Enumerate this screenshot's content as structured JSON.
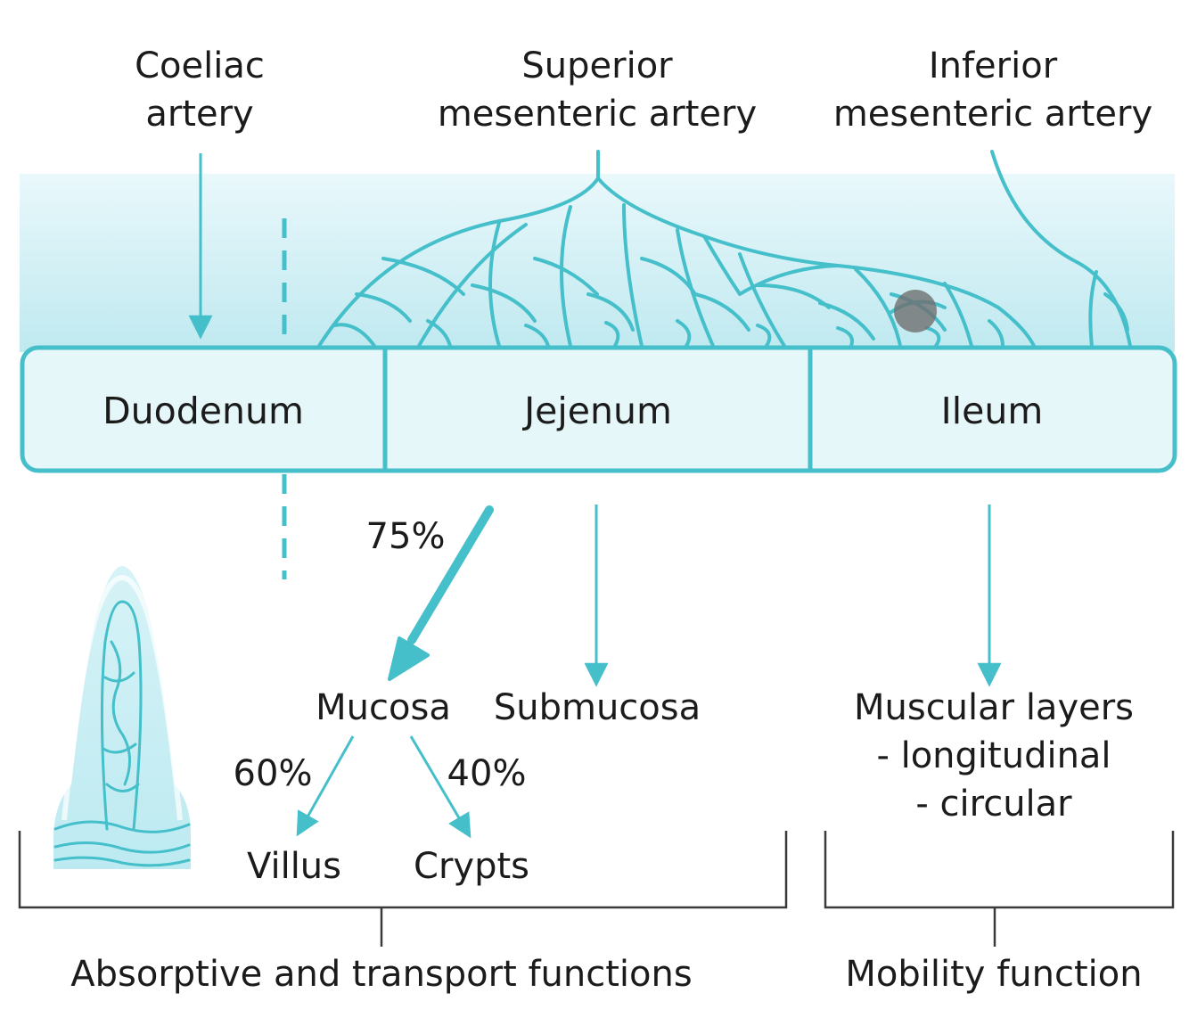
{
  "arteries": {
    "coeliac": [
      "Coeliac",
      "artery"
    ],
    "superior": [
      "Superior",
      "mesenteric artery"
    ],
    "inferior": [
      "Inferior",
      "mesenteric artery"
    ]
  },
  "segments": {
    "duodenum": "Duodenum",
    "jejenum": "Jejenum",
    "ileum": "Ileum"
  },
  "percentages": {
    "mucosa": "75%",
    "villus": "60%",
    "crypts": "40%"
  },
  "layers": {
    "mucosa": "Mucosa",
    "submucosa": "Submucosa",
    "muscular": [
      "Muscular layers",
      "- longitudinal",
      "- circular"
    ],
    "villus": "Villus",
    "crypts": "Crypts"
  },
  "functions": {
    "absorptive": "Absorptive and transport functions",
    "mobility": "Mobility function"
  },
  "colors": {
    "teal": "#45bfca",
    "band": "#d4f1f6",
    "box_fill": "#e6f7fa",
    "bracket": "#3a3a3a"
  }
}
